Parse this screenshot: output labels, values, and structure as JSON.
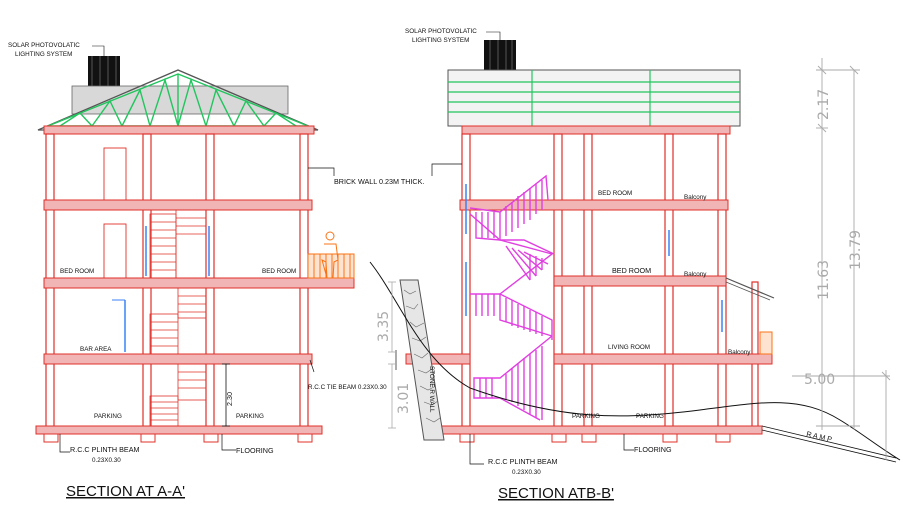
{
  "section_a": {
    "title": "SECTION AT A-A'",
    "solar_label_1": "SOLAR PHOTOVOLATIC",
    "solar_label_2": "LIGHTING SYSTEM",
    "brick_wall": "BRICK WALL 0.23M THICK.",
    "bed_room_left": "BED ROOM",
    "bed_room_right": "BED ROOM",
    "bar_area": "BAR AREA",
    "tie_beam": "R.C.C TIE BEAM 0.23X0.30",
    "parking_left": "PARKING",
    "parking_right": "PARKING",
    "dim_230": "2.30",
    "plinth_beam_1": "R.C.C PLINTH BEAM",
    "plinth_beam_2": "0.23X0.30",
    "flooring": "FLOORING"
  },
  "section_b": {
    "title": "SECTION ATB-B'",
    "solar_label_1": "SOLAR PHOTOVOLATIC",
    "solar_label_2": "LIGHTING SYSTEM",
    "bed_room_top": "BED ROOM",
    "balcony_top": "Balcony",
    "bed_room_mid": "BED ROOM",
    "balcony_mid": "Balcony",
    "living_room": "LIVING ROOM",
    "balcony_low": "Balcony",
    "parking_1": "PARKING",
    "parking_2": "PARKING",
    "stone_wall": "STONE R WALL",
    "plinth_beam_1": "R.C.C PLINTH BEAM",
    "plinth_beam_2": "0.23X0.30",
    "flooring": "FLOORING",
    "ramp": "R A M P",
    "dim_335": "3.35",
    "dim_301": "3.01"
  },
  "dimensions": {
    "d_217": "2.17",
    "d_1163": "11.63",
    "d_1379": "13.79",
    "d_500": "5.00"
  },
  "colors": {
    "structure": "#e0302a",
    "truss": "#22c55e",
    "stair": "#e040e0",
    "window": "#3b82f6",
    "railing": "#f97316",
    "dimension": "#aaaaaa"
  }
}
